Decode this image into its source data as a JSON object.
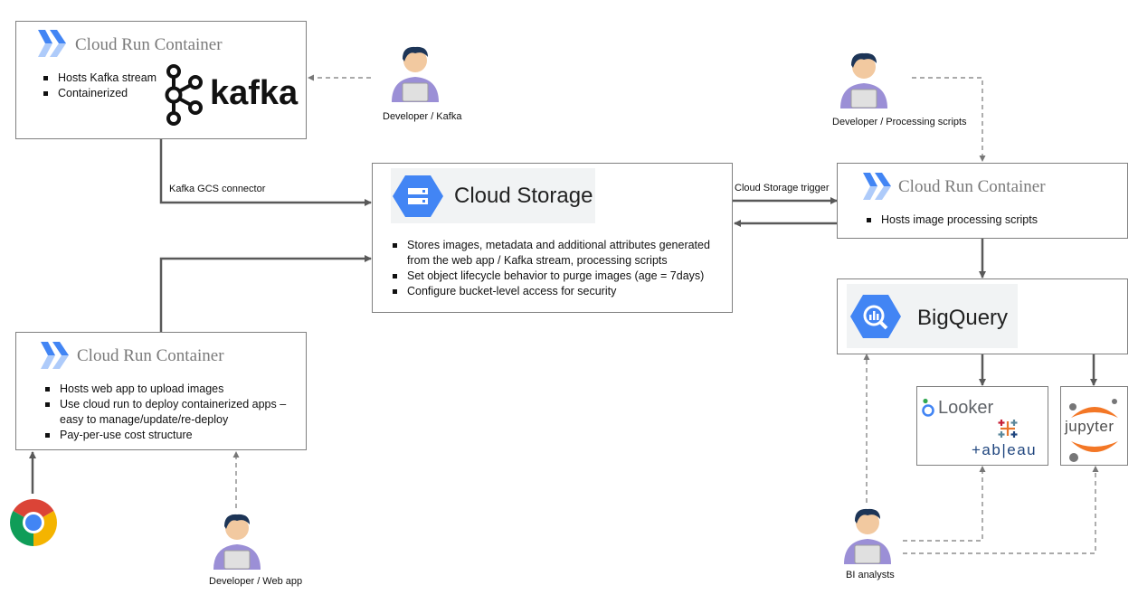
{
  "cloud_run_kafka": {
    "title": "Cloud Run Container",
    "bullets": [
      "Hosts Kafka stream",
      "Containerized"
    ],
    "logo_text": "kafka"
  },
  "cloud_run_processing": {
    "title": "Cloud Run Container",
    "bullets": [
      "Hosts image processing scripts"
    ]
  },
  "cloud_run_webapp": {
    "title": "Cloud Run Container",
    "bullets": [
      "Hosts web app to upload images",
      "Use cloud run to deploy containerized apps – easy to manage/update/re-deploy",
      "Pay-per-use cost structure"
    ]
  },
  "cloud_storage": {
    "title": "Cloud Storage",
    "bullets": [
      "Stores images, metadata and additional attributes generated from the web app / Kafka stream, processing scripts",
      "Set object lifecycle behavior to purge images (age = 7days)",
      "Configure bucket-level access for security"
    ]
  },
  "bigquery": {
    "title": "BigQuery"
  },
  "bi_tools": {
    "looker": "Looker",
    "tableau": "+ab|eau",
    "jupyter": "jupyter"
  },
  "connectors": {
    "kafka_gcs": "Kafka GCS connector",
    "storage_trigger": "Cloud Storage trigger"
  },
  "actors": {
    "dev_kafka": "Developer / Kafka",
    "dev_processing": "Developer / Processing scripts",
    "dev_webapp": "Developer / Web app",
    "bi_analysts": "BI analysts"
  },
  "colors": {
    "google_blue": "#4285f4",
    "looker_blue": "#4285f4",
    "tableau_blue": "#1f457e",
    "jupyter_orange": "#f37726",
    "arrow_gray": "#595959",
    "person_shirt": "#9b8fd6"
  }
}
